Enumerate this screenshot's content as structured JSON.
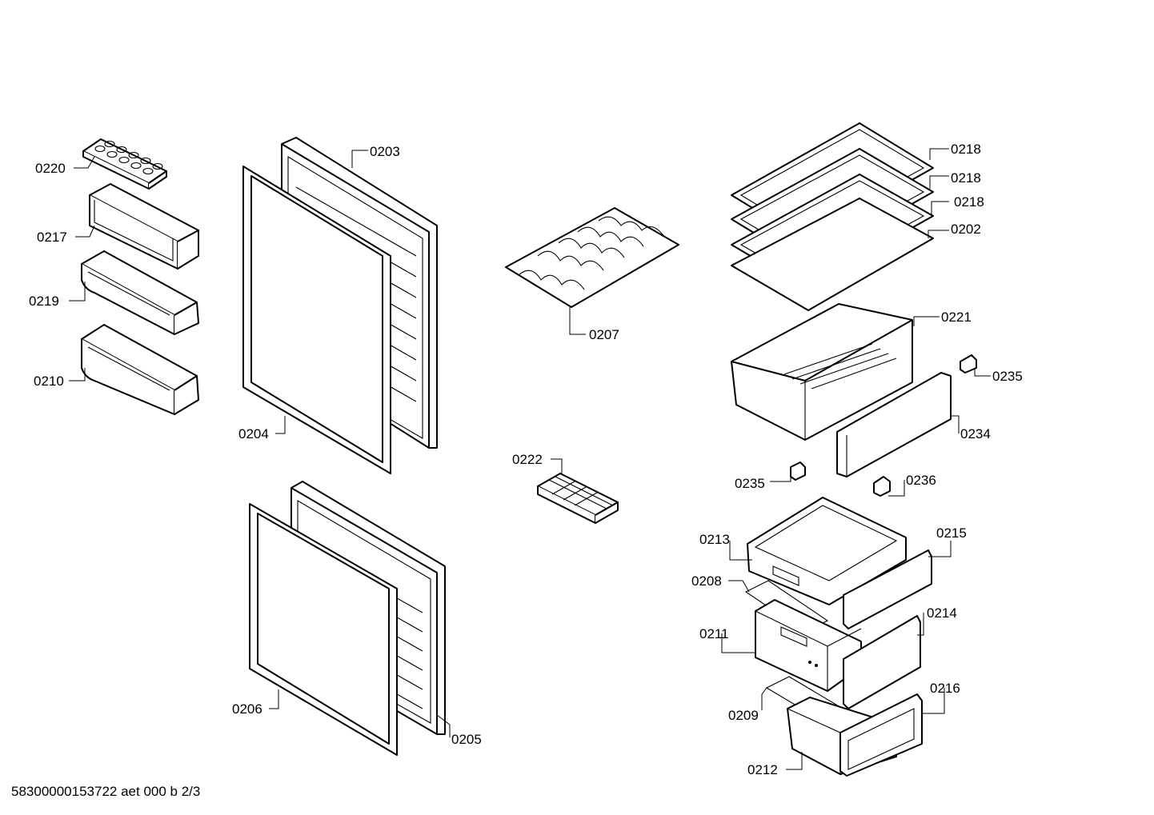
{
  "labels": {
    "p0220": "0220",
    "p0217": "0217",
    "p0219": "0219",
    "p0210": "0210",
    "p0203": "0203",
    "p0204": "0204",
    "p0206": "0206",
    "p0205": "0205",
    "p0207": "0207",
    "p0222": "0222",
    "p0218a": "0218",
    "p0218b": "0218",
    "p0218c": "0218",
    "p0202": "0202",
    "p0221": "0221",
    "p0235a": "0235",
    "p0234": "0234",
    "p0235b": "0235",
    "p0236": "0236",
    "p0213": "0213",
    "p0215": "0215",
    "p0208": "0208",
    "p0211": "0211",
    "p0214": "0214",
    "p0209": "0209",
    "p0216": "0216",
    "p0212": "0212"
  },
  "footer": "58300000153722 aet 000 b 2/3"
}
